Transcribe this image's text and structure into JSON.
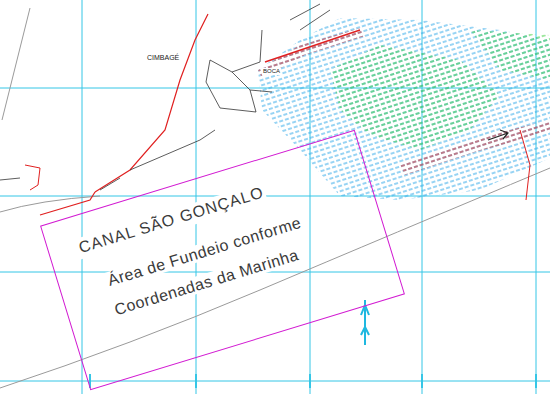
{
  "diagram": {
    "nodes": [
      {
        "text": [
          "CANAL SÃO GONÇALO",
          "Área de Fundeio conforme Coordenadas da Marinha"
        ]
      }
    ],
    "labels": [
      "CIMBAGÉ",
      "BOCA"
    ]
  }
}
